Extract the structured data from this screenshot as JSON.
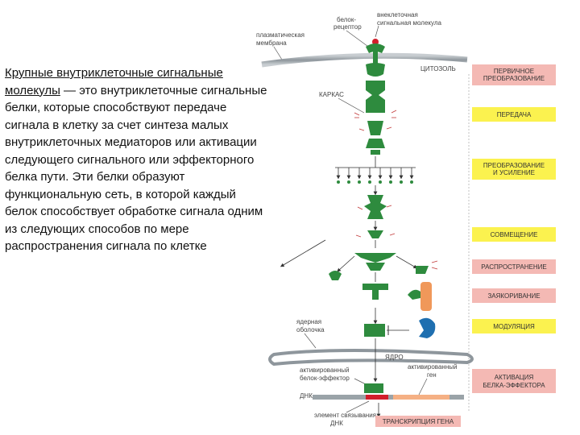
{
  "text": {
    "term_line1": "Крупные внутриклеточные сигнальные",
    "term_line2": "молекулы",
    "rest_line2": " — это внутриклеточные",
    "body": "сигнальные белки, которые способствуют передаче сигнала в клетку за счет синтеза малых внутриклеточных медиаторов или активации следующего сигнального или эффекторного белка пути. Эти белки образуют функциональную сеть, в которой  каждый белок способствует обработке  сигнала одним из следующих способов по  мере распространения сигнала по клетке"
  },
  "labels": {
    "receptor": [
      "белок-",
      "рецептор"
    ],
    "extracellular_molecule": [
      "внеклеточная",
      "сигнальная молекула"
    ],
    "plasma_membrane": [
      "плазматическая",
      "мембрана"
    ],
    "cytosol": "ЦИТОЗОЛЬ",
    "scaffold": "КАРКАС",
    "nuclear_envelope": [
      "ядерная",
      "оболочка"
    ],
    "nucleus": "ЯДРО",
    "activated_effector": [
      "активированный",
      "белок-эффектор"
    ],
    "activated_gene": [
      "активированный",
      "ген"
    ],
    "dna": "ДНК",
    "binding_element": [
      "элемент связывания",
      "ДНК"
    ]
  },
  "processes": [
    {
      "id": "primary",
      "lines": [
        "ПЕРВИЧНОЕ",
        "ПРЕОБРАЗОВАНИЕ"
      ],
      "color": "#f4b9b4"
    },
    {
      "id": "relay",
      "lines": [
        "ПЕРЕДАЧА"
      ],
      "color": "#fbf24f"
    },
    {
      "id": "amplify",
      "lines": [
        "ПРЕОБРАЗОВАНИЕ",
        "И УСИЛЕНИЕ"
      ],
      "color": "#fbf24f"
    },
    {
      "id": "integrate",
      "lines": [
        "СОВМЕЩЕНИЕ"
      ],
      "color": "#fbf24f"
    },
    {
      "id": "distribute",
      "lines": [
        "РАСПРОСТРАНЕНИЕ"
      ],
      "color": "#f4b9b4"
    },
    {
      "id": "anchor",
      "lines": [
        "ЗАЯКОРИВАНИЕ"
      ],
      "color": "#f4b9b4"
    },
    {
      "id": "modulate",
      "lines": [
        "МОДУЛЯЦИЯ"
      ],
      "color": "#fbf24f"
    },
    {
      "id": "effector",
      "lines": [
        "АКТИВАЦИЯ",
        "БЕЛКА-ЭФФЕКТОРА"
      ],
      "color": "#f4b9b4"
    },
    {
      "id": "transcription",
      "lines": [
        "ТРАНСКРИПЦИЯ ГЕНА"
      ],
      "color": "#f4b9b4"
    }
  ],
  "colors": {
    "protein": "#2e8b3e",
    "membrane": "#9aa3a8",
    "accent": "#d23a3a"
  }
}
